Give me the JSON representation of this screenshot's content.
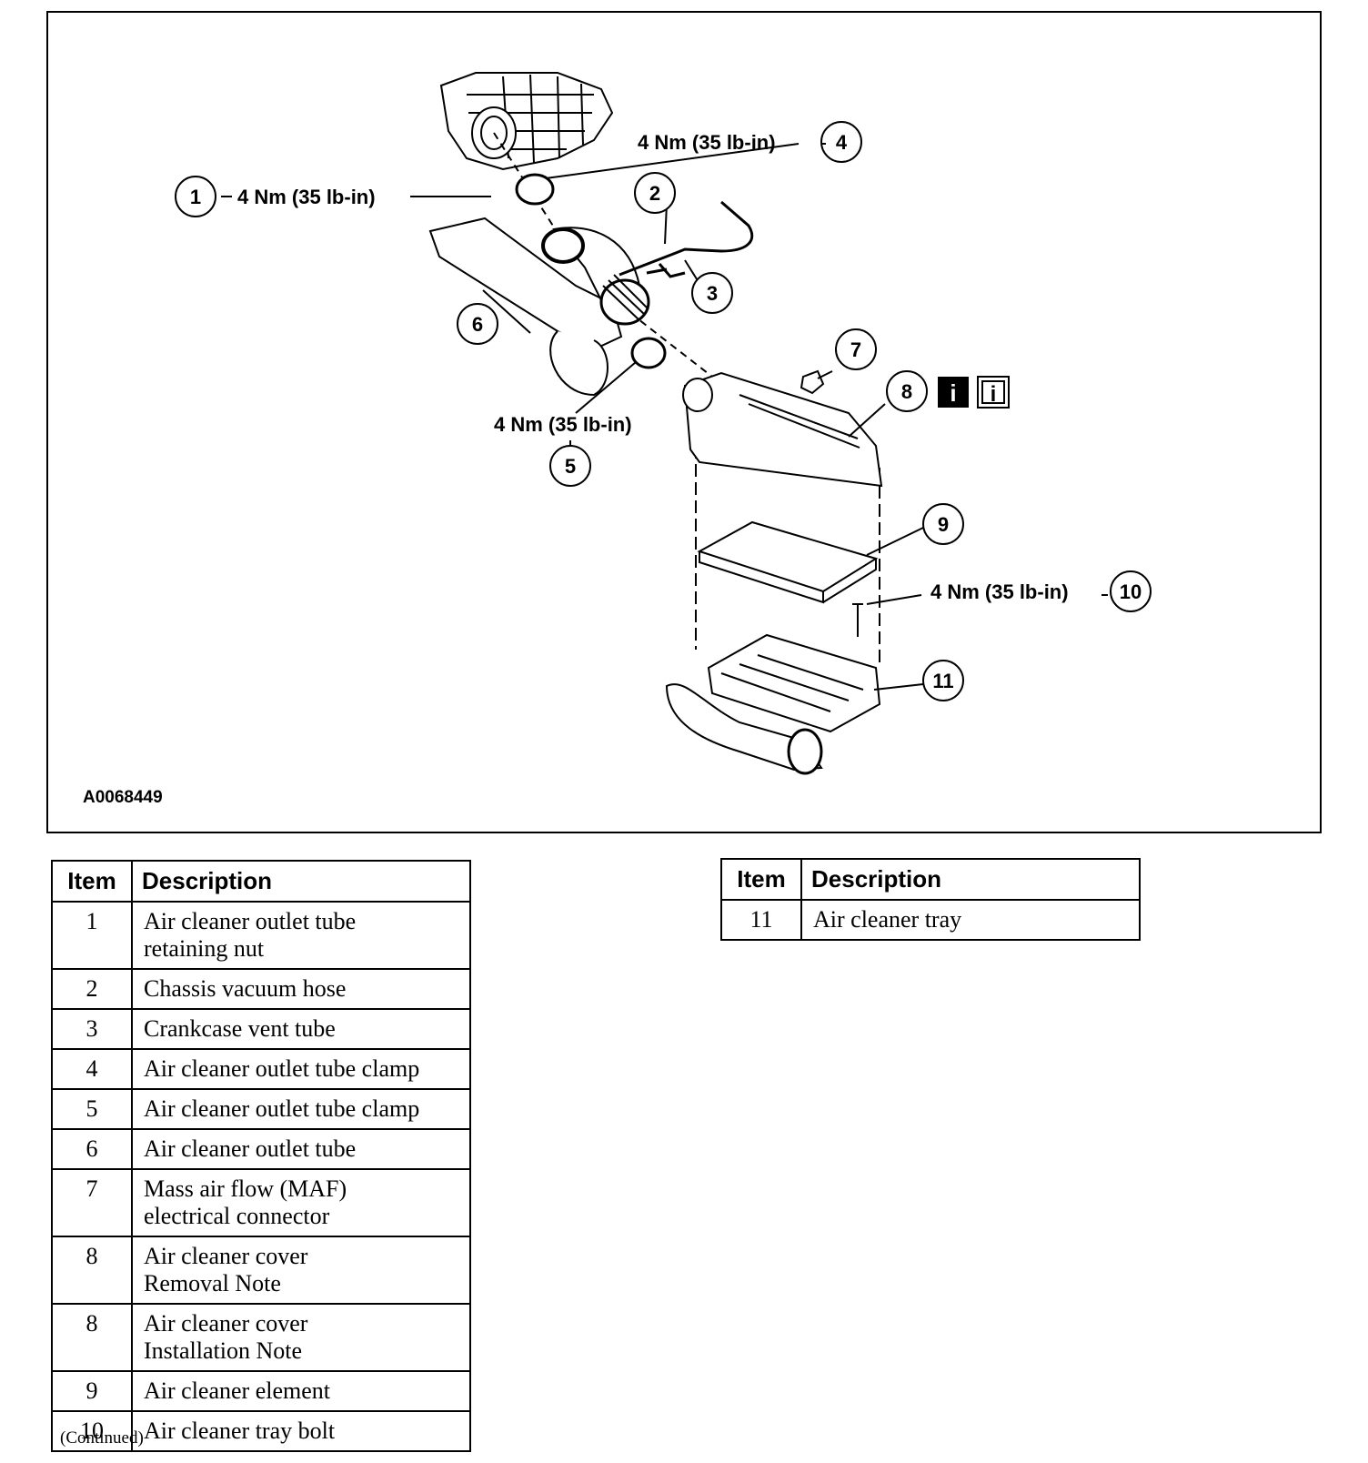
{
  "figure": {
    "id": "A0068449",
    "torque_spec": "4 Nm (35 lb-in)",
    "callouts": [
      "1",
      "2",
      "3",
      "4",
      "5",
      "6",
      "7",
      "8",
      "9",
      "10",
      "11"
    ],
    "info_icons": [
      "info-icon-filled",
      "info-icon-outline"
    ]
  },
  "legend_tables": {
    "headers": {
      "item": "Item",
      "description": "Description"
    },
    "left_rows": [
      {
        "item": "1",
        "description_line1": "Air cleaner outlet tube",
        "description_line2": "retaining nut"
      },
      {
        "item": "2",
        "description_line1": "Chassis vacuum hose",
        "description_line2": ""
      },
      {
        "item": "3",
        "description_line1": "Crankcase vent tube",
        "description_line2": ""
      },
      {
        "item": "4",
        "description_line1": "Air cleaner outlet tube clamp",
        "description_line2": ""
      },
      {
        "item": "5",
        "description_line1": "Air cleaner outlet tube clamp",
        "description_line2": ""
      },
      {
        "item": "6",
        "description_line1": "Air cleaner outlet tube",
        "description_line2": ""
      },
      {
        "item": "7",
        "description_line1": "Mass air flow (MAF)",
        "description_line2": "electrical connector"
      },
      {
        "item": "8",
        "description_line1": "Air cleaner cover",
        "description_line2": "Removal Note"
      },
      {
        "item": "8",
        "description_line1": "Air cleaner cover",
        "description_line2": "Installation Note"
      },
      {
        "item": "9",
        "description_line1": "Air cleaner element",
        "description_line2": ""
      },
      {
        "item": "10",
        "description_line1": "Air cleaner tray bolt",
        "description_line2": ""
      }
    ],
    "right_rows": [
      {
        "item": "11",
        "description_line1": "Air cleaner tray",
        "description_line2": ""
      }
    ],
    "continued": "(Continued)"
  }
}
